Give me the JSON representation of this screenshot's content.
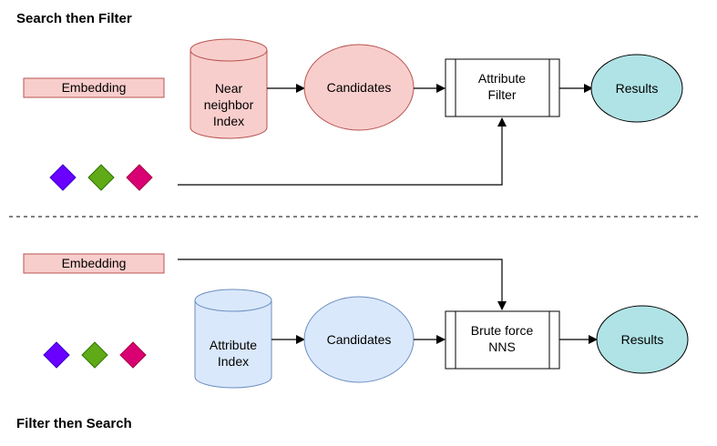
{
  "top": {
    "title": "Search then Filter",
    "embedding": "Embedding",
    "index_lines": [
      "Near",
      "neighbor",
      "Index"
    ],
    "candidates": "Candidates",
    "filter_lines": [
      "Attribute",
      "Filter"
    ],
    "results": "Results"
  },
  "bottom": {
    "title": "Filter then Search",
    "embedding": "Embedding",
    "index_lines": [
      "Attribute",
      "Index"
    ],
    "candidates": "Candidates",
    "nns_lines": [
      "Brute force",
      "NNS"
    ],
    "results": "Results"
  },
  "colors": {
    "embedding_fill": "#f8cecc",
    "top_index_fill": "#f8cecc",
    "top_index_stroke": "#b85450",
    "top_candidates_fill": "#f8cecc",
    "bottom_index_fill": "#dae8fc",
    "bottom_index_stroke": "#6c8ebf",
    "bottom_candidates_fill": "#dae8fc",
    "results_fill": "#b0e3e6",
    "diamond_purple": "#6a00ff",
    "diamond_green": "#60a917",
    "diamond_pink": "#d80073"
  }
}
